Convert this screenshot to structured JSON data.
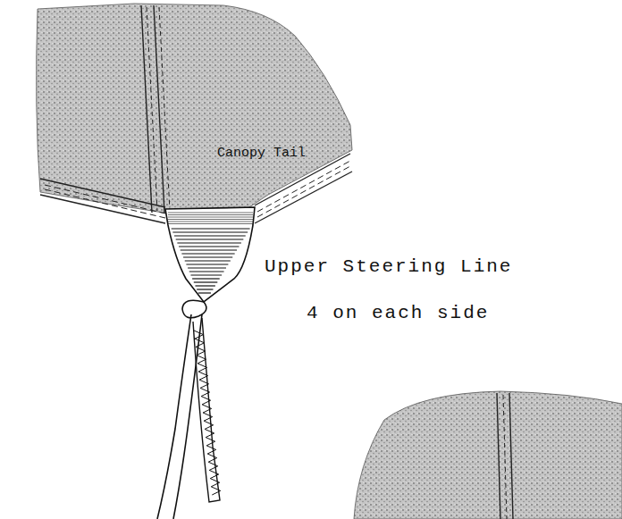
{
  "diagram": {
    "labels": [
      "Canopy Tail",
      "Upper Steering Line",
      "4 on each side"
    ]
  }
}
